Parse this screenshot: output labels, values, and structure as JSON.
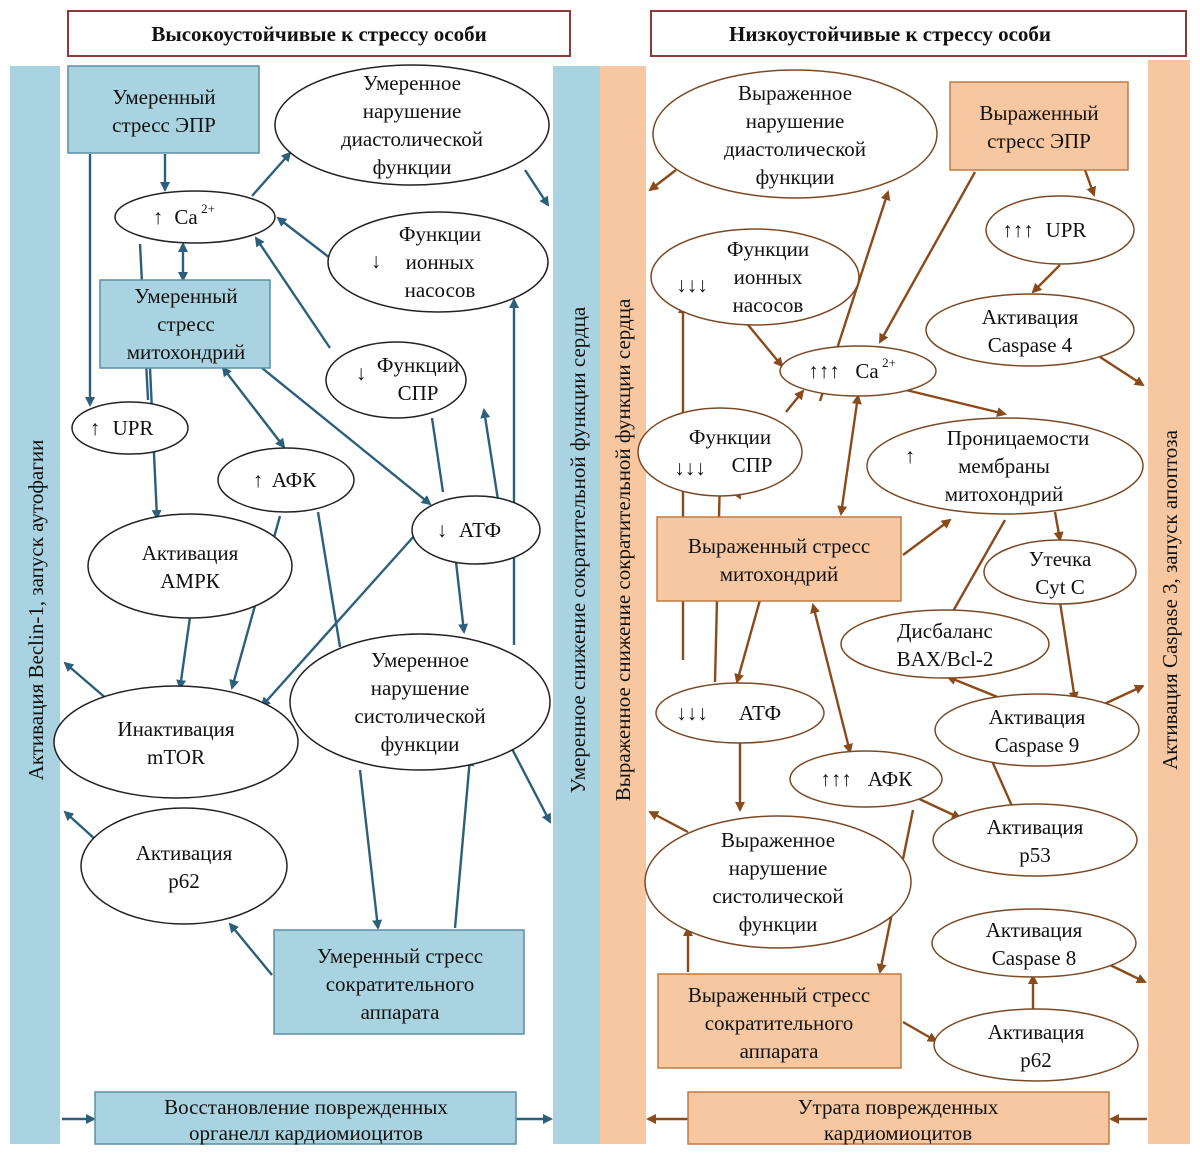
{
  "headers": {
    "left": "Высокоустойчивые к стрессу особи",
    "right": "Низкоустойчивые к стрессу особи"
  },
  "bands": {
    "left_outer": "Активация Beclin-1, запуск аутофагии",
    "left_inner": "Умеренное снижение сократительной функции сердца",
    "right_inner": "Выраженное снижение сократительной функции сердца",
    "right_outer": "Активация Caspase 3, запуск апоптоза"
  },
  "left": {
    "er_stress": [
      "Умеренный",
      "стресс ЭПР"
    ],
    "diastolic": [
      "Умеренное",
      "нарушение",
      "диастолической",
      "функции"
    ],
    "ca": "Ca",
    "ca_sup": "2+",
    "ion_pumps": [
      "Функции",
      "ионных",
      "насосов"
    ],
    "mito_stress": [
      "Умеренный",
      "стресс",
      "митохондрий"
    ],
    "spr": [
      "Функции",
      "СПР"
    ],
    "upr": "UPR",
    "afk": "АФК",
    "atf": "АТФ",
    "ampk": [
      "Активация",
      "АМРК"
    ],
    "systolic": [
      "Умеренное",
      "нарушение",
      "систолической",
      "функции"
    ],
    "mtor": [
      "Инактивация",
      "mTOR"
    ],
    "p62": [
      "Активация",
      "р62"
    ],
    "contractile": [
      "Умеренный стресс",
      "сократительного",
      "аппарата"
    ],
    "bottom": [
      "Восстановление поврежденных",
      "органелл кардиомиоцитов"
    ]
  },
  "right": {
    "diastolic": [
      "Выраженное",
      "нарушение",
      "диастолической",
      "функции"
    ],
    "er_stress": [
      "Выраженный",
      "стресс ЭПР"
    ],
    "ion_pumps": [
      "Функции",
      "ионных",
      "насосов"
    ],
    "upr": "UPR",
    "caspase4": [
      "Активация",
      "Caspase 4"
    ],
    "ca": "Ca",
    "ca_sup": "2+",
    "spr": [
      "Функции",
      "СПР"
    ],
    "permeability": [
      "Проницаемости",
      "мембраны",
      "митохондрий"
    ],
    "mito_stress": [
      "Выраженный стресс",
      "митохондрий"
    ],
    "cytc": [
      "Утечка",
      "Cyt C"
    ],
    "bax": [
      "Дисбаланс",
      "BAX/Bcl-2"
    ],
    "atf": "АТФ",
    "caspase9": [
      "Активация",
      "Caspase 9"
    ],
    "afk": "АФК",
    "p53": [
      "Активация",
      "р53"
    ],
    "systolic": [
      "Выраженное",
      "нарушение",
      "систолической",
      "функции"
    ],
    "caspase8": [
      "Активация",
      "Caspase 8"
    ],
    "contractile": [
      "Выраженный стресс",
      "сократительного",
      "аппарата"
    ],
    "p62": [
      "Активация",
      "р62"
    ],
    "bottom": [
      "Утрата поврежденных",
      "кардиомиоцитов"
    ]
  },
  "colors": {
    "blue_fill": "#a9d3e0",
    "orange_fill": "#f7c7a1",
    "blue_arrow": "#2c5f7a",
    "brown_arrow": "#8b4a1a"
  }
}
